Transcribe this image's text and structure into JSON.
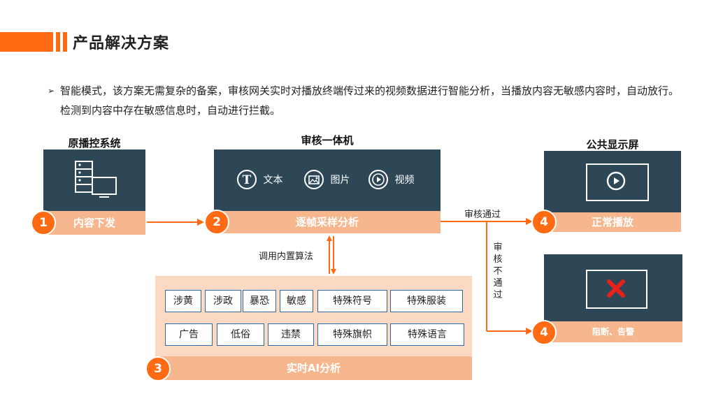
{
  "header": {
    "title": "产品解决方案"
  },
  "intro": {
    "bullet": "➢",
    "text": "智能模式，该方案无需复杂的备案，审核网关实时对播放终端传过来的视频数据进行智能分析，当播放内容无敏感内容时，自动放行。检测到内容中存在敏感信息时，自动进行拦截。"
  },
  "source": {
    "title": "原播控系统",
    "band": "内容下发",
    "step": "1"
  },
  "machine": {
    "title": "审核一体机",
    "options": [
      {
        "label": "文本",
        "icon": "text-T-icon"
      },
      {
        "label": "图片",
        "icon": "image-icon"
      },
      {
        "label": "视频",
        "icon": "video-play-icon"
      }
    ],
    "band": "逐帧采样分析",
    "step": "2"
  },
  "call_label": "调用内置算法",
  "algo": {
    "row1": [
      "涉黄",
      "涉政",
      "暴恐",
      "敏感",
      "特殊符号",
      "特殊服装"
    ],
    "row2": [
      "广告",
      "低俗",
      "违禁",
      "特殊旗帜",
      "特殊语言"
    ],
    "band": "实时AI分析",
    "step": "3"
  },
  "pass_label": "审核通过",
  "fail_label": "审核不通过",
  "display": {
    "title": "公共显示屏",
    "band": "正常播放",
    "step": "4"
  },
  "block": {
    "band": "阻断、告警",
    "step": "4"
  },
  "colors": {
    "orange": "#ff6a13",
    "dark": "#2d4757",
    "peach": "#f7b78e",
    "light_peach": "#fbd9c2",
    "tag_border": "#2d6aa3",
    "red_x": "#e8211b"
  }
}
